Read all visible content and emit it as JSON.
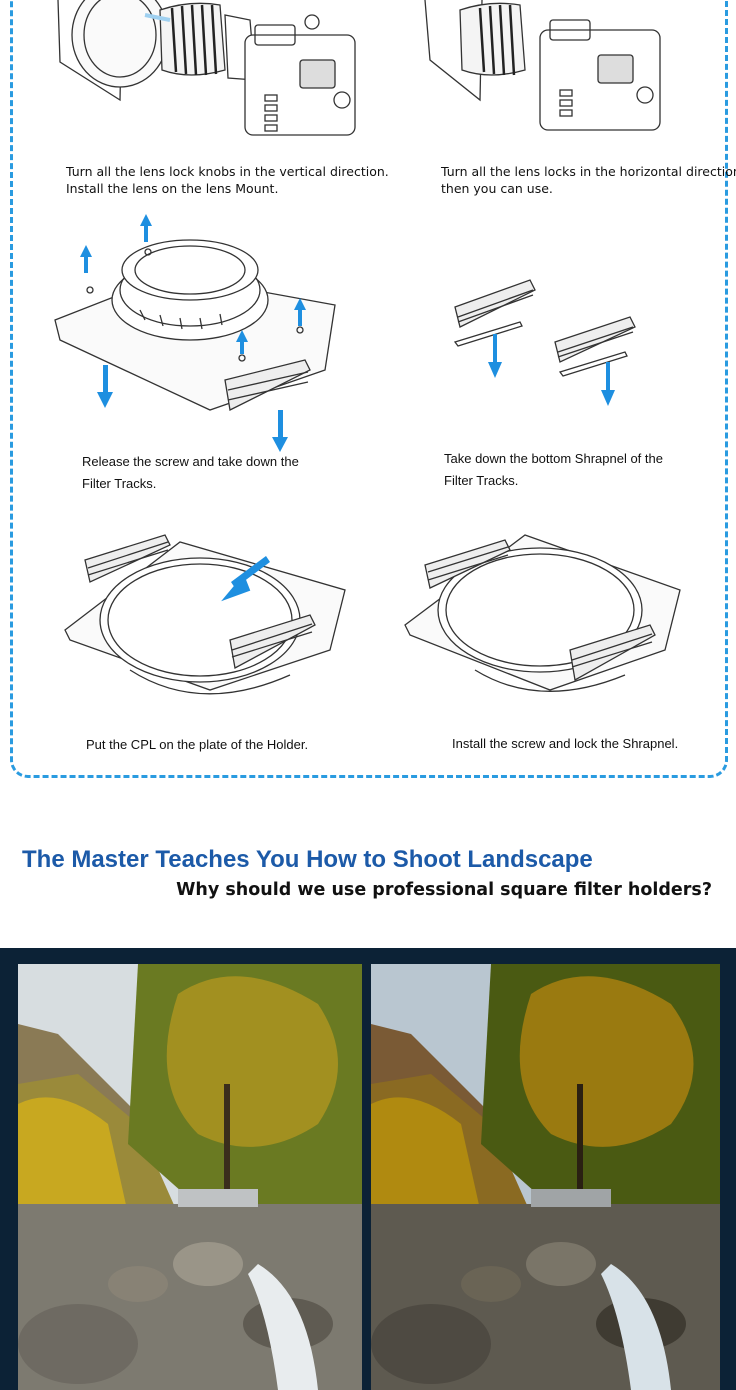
{
  "steps": [
    {
      "id": 1,
      "caption": [
        "Turn all the lens lock knobs in the vertical direction.",
        "Install the lens on the lens Mount."
      ]
    },
    {
      "id": 2,
      "caption": [
        "Turn all the lens locks in the horizontal direction,",
        "then you can use."
      ]
    },
    {
      "id": 3,
      "caption": [
        "Release the screw and take down the",
        "Filter Tracks."
      ]
    },
    {
      "id": 4,
      "caption": [
        "Take down the bottom Shrapnel of the",
        "Filter Tracks."
      ]
    },
    {
      "id": 5,
      "caption": [
        "Put the CPL on the plate of the Holder."
      ]
    },
    {
      "id": 6,
      "caption": [
        "Install the screw and lock the Shrapnel."
      ]
    }
  ],
  "section": {
    "title": "The Master Teaches You How to Shoot Landscape",
    "subtitle": "Why should we use professional square filter holders?"
  },
  "colors": {
    "accent_dash": "#2a9be0",
    "arrow_blue": "#1e8fe0",
    "title_blue": "#1c5aa8",
    "panel_bg": "#0c2236"
  },
  "photos": [
    {
      "name": "landscape-without-filter"
    },
    {
      "name": "landscape-with-filter"
    }
  ]
}
